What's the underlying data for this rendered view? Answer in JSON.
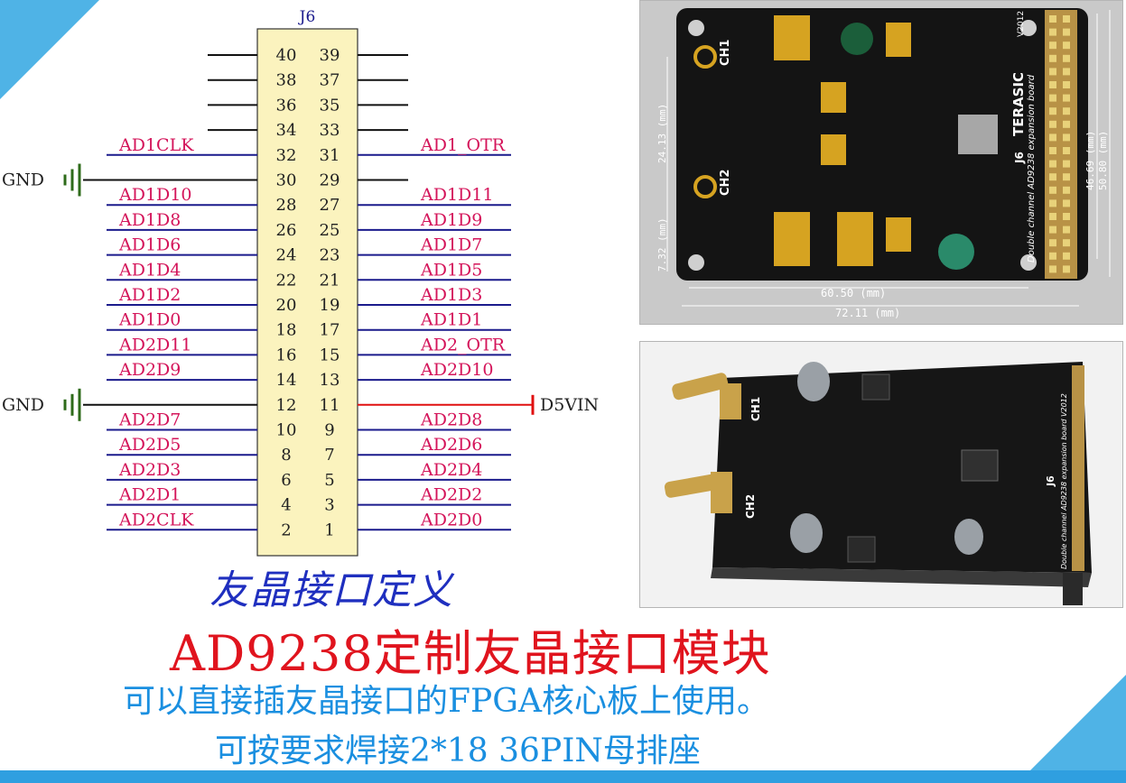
{
  "connector": {
    "ref": "J6",
    "gnd_label": "GND",
    "power_label": "D5VIN",
    "left_pins": [
      "40",
      "38",
      "36",
      "34",
      "32",
      "30",
      "28",
      "26",
      "24",
      "22",
      "20",
      "18",
      "16",
      "14",
      "12",
      "10",
      "8",
      "6",
      "4",
      "2"
    ],
    "right_pins": [
      "39",
      "37",
      "35",
      "33",
      "31",
      "29",
      "27",
      "25",
      "23",
      "21",
      "19",
      "17",
      "15",
      "13",
      "11",
      "9",
      "7",
      "5",
      "3",
      "1"
    ],
    "left_signals": [
      "",
      "",
      "",
      "",
      "AD1CLK",
      "",
      "AD1D10",
      "AD1D8",
      "AD1D6",
      "AD1D4",
      "AD1D2",
      "AD1D0",
      "AD2D11",
      "AD2D9",
      "",
      "AD2D7",
      "AD2D5",
      "AD2D3",
      "AD2D1",
      "AD2CLK"
    ],
    "right_signals": [
      "",
      "",
      "",
      "",
      "AD1_OTR",
      "",
      "AD1D11",
      "AD1D9",
      "AD1D7",
      "AD1D5",
      "AD1D3",
      "AD1D1",
      "AD2_OTR",
      "AD2D10",
      "",
      "AD2D8",
      "AD2D6",
      "AD2D4",
      "AD2D2",
      "AD2D0"
    ]
  },
  "board_drawing": {
    "brand": "TERASIC",
    "board_name": "Double channel AD9238 expansion board",
    "version": "V2012",
    "connector_ref": "J6",
    "ch1": "CH1",
    "ch2": "CH2",
    "dim_width_inner": "60.50 (mm)",
    "dim_width_outer": "72.11 (mm)",
    "dim_height_inner": "46.69 (mm)",
    "dim_height_outer": "50.80 (mm)",
    "dim_ch_spacing": "24.13 (mm)",
    "dim_ch_offset": "7.32 (mm)"
  },
  "board_photo": {
    "ch1": "CH1",
    "ch2": "CH2",
    "board_name": "Double channel AD9238 expansion board V2012",
    "connector_ref": "J6"
  },
  "caption": "友晶接口定义",
  "title": "AD9238定制友晶接口模块",
  "subtitle_line1": "可以直接插友晶接口的FPGA核心板上使用。",
  "subtitle_line2": "可按要求焊接2*18 36PIN母排座",
  "colors": {
    "signal_label": "#d4145a",
    "bus_line": "#1a1a8c",
    "gnd": "#2e6b1a",
    "power": "#e01010",
    "header_fill": "#fbf3be",
    "title_red": "#e0141e",
    "subtitle_blue": "#1a8fe0",
    "caption_blue": "#1f2fbf",
    "accent": "#4fb3e6"
  }
}
